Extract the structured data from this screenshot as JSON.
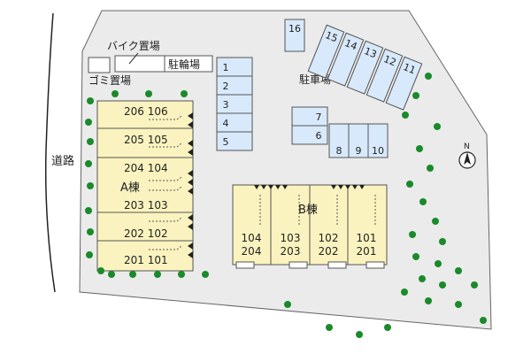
{
  "road_label": "道路",
  "bike_label": "バイク置場",
  "bicycle_label": "駐輪場",
  "garbage_label": "ゴミ置場",
  "parking_label": "駐車場",
  "compass_letter": "N",
  "building_a": {
    "label": "A棟",
    "floor_labels": [
      "206 106",
      "205 105",
      "204 104",
      "203 103",
      "202 102",
      "201 101"
    ]
  },
  "building_b": {
    "label": "B棟",
    "unit_labels": [
      {
        "upper": "104",
        "lower": "204"
      },
      {
        "upper": "103",
        "lower": "203"
      },
      {
        "upper": "102",
        "lower": "202"
      },
      {
        "upper": "101",
        "lower": "201"
      }
    ]
  },
  "parking_spaces": [
    "1",
    "2",
    "3",
    "4",
    "5",
    "7",
    "6",
    "8",
    "9",
    "10",
    "16",
    "15",
    "14",
    "13",
    "12",
    "11"
  ],
  "colors": {
    "lot": "#ebebeb",
    "building": "#fbf3bf",
    "parking": "#d8e9fb",
    "tree": "#1a8a2a",
    "outline": "#555555"
  }
}
